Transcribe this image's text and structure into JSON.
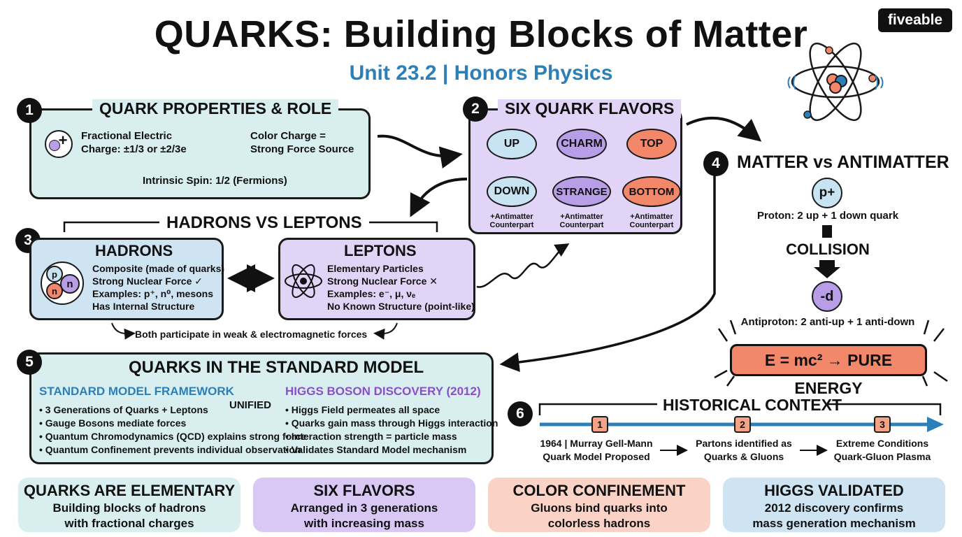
{
  "header": {
    "title": "QUARKS: Building Blocks of Matter",
    "subtitle": "Unit 23.2 | Honors Physics",
    "logo": "fiveable"
  },
  "panel1": {
    "num": "1",
    "title": "QUARK PROPERTIES & ROLE",
    "charge_line1": "Fractional Electric",
    "charge_line2": "Charge: ±1/3 or ±2/3e",
    "color_line1": "Color Charge =",
    "color_line2": "Strong Force Source",
    "spin": "Intrinsic Spin: 1/2 (Fermions)",
    "plus_symbol": "+"
  },
  "panel2": {
    "num": "2",
    "title": "SIX QUARK FLAVORS",
    "flavors": [
      {
        "name": "UP",
        "color": "#c8e3f2"
      },
      {
        "name": "CHARM",
        "color": "#b89ee6"
      },
      {
        "name": "TOP",
        "color": "#f3876a"
      },
      {
        "name": "DOWN",
        "color": "#c8e3f2"
      },
      {
        "name": "STRANGE",
        "color": "#b89ee6"
      },
      {
        "name": "BOTTOM",
        "color": "#f3876a"
      }
    ],
    "counterpart_line1": "+Antimatter",
    "counterpart_line2": "Counterpart"
  },
  "panel3": {
    "num": "3",
    "title": "HADRONS VS LEPTONS",
    "hadrons": {
      "title": "HADRONS",
      "lines": [
        "Composite (made of quarks)",
        "Strong Nuclear Force ✓",
        "Examples: p⁺, n⁰, mesons",
        "Has Internal Structure"
      ],
      "p": "p",
      "n1": "n",
      "n2": "n"
    },
    "leptons": {
      "title": "LEPTONS",
      "lines": [
        "Elementary Particles",
        "Strong Nuclear Force ✕",
        "Examples: e⁻, μ, νₑ",
        "No Known Structure (point-like)"
      ]
    },
    "shared": "Both participate in weak & electromagnetic forces"
  },
  "panel4": {
    "num": "4",
    "title": "MATTER vs ANTIMATTER",
    "proton_symbol": "p+",
    "proton_label": "Proton: 2 up + 1 down quark",
    "collision": "COLLISION",
    "anti_symbol": "-d",
    "anti_label": "Antiproton: 2 anti-up + 1 anti-down",
    "energy": "E = mc² → PURE ENERGY"
  },
  "panel5": {
    "num": "5",
    "title": "QUARKS IN THE STANDARD MODEL",
    "left_title": "STANDARD MODEL FRAMEWORK",
    "left_items": [
      "• 3 Generations of Quarks + Leptons",
      "• Gauge Bosons mediate forces",
      "• Quantum Chromodynamics (QCD) explains strong force",
      "• Quantum Confinement prevents individual observation"
    ],
    "unified": "UNIFIED",
    "right_title": "HIGGS BOSON DISCOVERY (2012)",
    "right_items": [
      "• Higgs Field permeates all space",
      "• Quarks gain mass through Higgs interaction",
      "• Interaction strength = particle mass",
      "• Validates Standard Model mechanism"
    ]
  },
  "panel6": {
    "num": "6",
    "title": "HISTORICAL CONTEXT",
    "events": [
      {
        "n": "1",
        "line1": "1964 | Murray Gell-Mann",
        "line2": "Quark Model Proposed"
      },
      {
        "n": "2",
        "line1": "Partons identified as",
        "line2": "Quarks & Gluons"
      },
      {
        "n": "3",
        "line1": "Extreme Conditions",
        "line2": "Quark-Gluon Plasma"
      }
    ]
  },
  "summary": [
    {
      "title": "QUARKS ARE ELEMENTARY",
      "line1": "Building blocks of hadrons",
      "line2": "with fractional charges",
      "color": "#d8eeef"
    },
    {
      "title": "SIX FLAVORS",
      "line1": "Arranged in 3 generations",
      "line2": "with increasing mass",
      "color": "#d9c8f3"
    },
    {
      "title": "COLOR CONFINEMENT",
      "line1": "Gluons bind quarks into",
      "line2": "colorless hadrons",
      "color": "#fad3c6"
    },
    {
      "title": "HIGGS VALIDATED",
      "line1": "2012 discovery confirms",
      "line2": "mass generation mechanism",
      "color": "#cfe4f3"
    }
  ],
  "colors": {
    "accent_blue": "#2d7fb8",
    "accent_purple": "#8a4fc9",
    "quark_red": "#f3876a",
    "quark_blue": "#c8e3f2",
    "quark_purple": "#b89ee6"
  }
}
